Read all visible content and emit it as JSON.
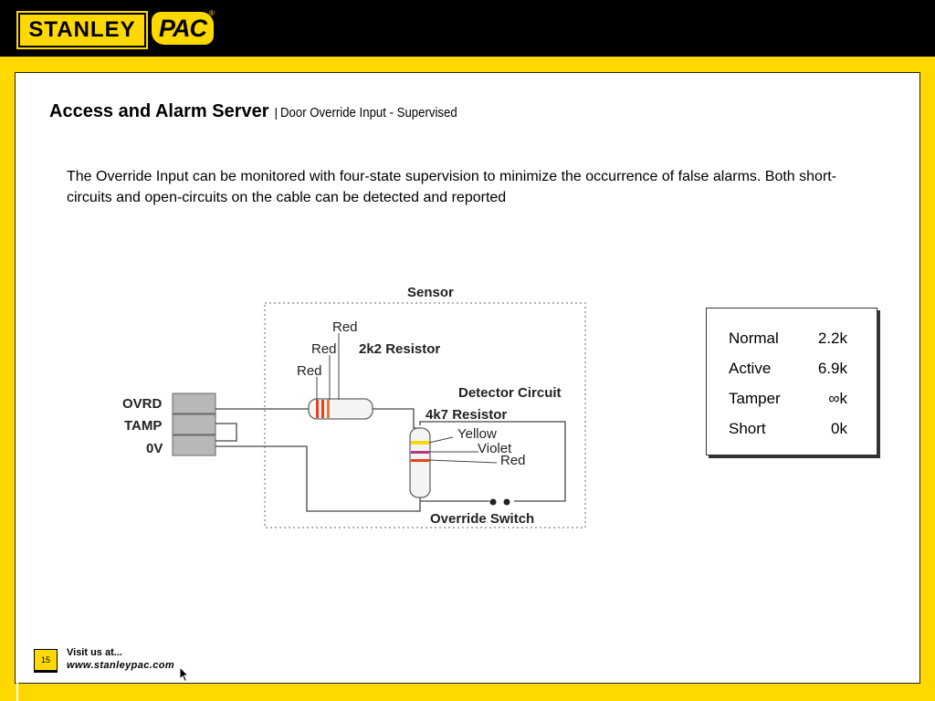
{
  "header": {
    "brand_stanley": "STANLEY",
    "brand_pac": "PAC",
    "registered_mark": "®"
  },
  "slide": {
    "title": "Access and Alarm Server",
    "title_separator": "|",
    "subtitle": "Door Override Input - Supervised",
    "body": "The Override Input can be monitored with four-state supervision to minimize the occurrence of false alarms. Both short-circuits and open-circuits on the cable can be detected and reported"
  },
  "diagram": {
    "sensor_label": "Sensor",
    "red_1": "Red",
    "red_2": "Red",
    "red_3": "Red",
    "resistor_2k2": "2k2 Resistor",
    "detector_circuit": "Detector Circuit",
    "resistor_4k7": "4k7 Resistor",
    "yellow": "Yellow",
    "violet": "Violet",
    "red_4": "Red",
    "ovrd": "OVRD",
    "tamp": "TAMP",
    "zero_v": "0V",
    "override_switch": "Override Switch",
    "colors": {
      "band_red": "#e8401c",
      "band_orange": "#f07828",
      "band_yellow": "#f4d90a",
      "band_violet": "#b03a7e",
      "terminal_gray": "#b8b8b8"
    }
  },
  "states_table": [
    {
      "state": "Normal",
      "value": "2.2k"
    },
    {
      "state": "Active",
      "value": "6.9k"
    },
    {
      "state": "Tamper",
      "value": "∞k"
    },
    {
      "state": "Short",
      "value": "0k"
    }
  ],
  "footer": {
    "page_number": "15",
    "visit_label": "Visit us at...",
    "url": "www.stanleypac.com"
  },
  "theme": {
    "brand_yellow": "#ffd800",
    "header_black": "#000000"
  }
}
